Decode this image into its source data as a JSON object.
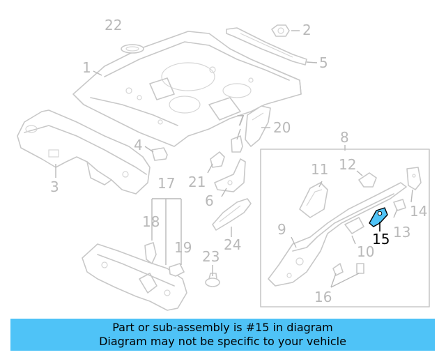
{
  "diagram": {
    "labels": {
      "p1": "1",
      "p2": "2",
      "p3": "3",
      "p4": "4",
      "p5": "5",
      "p6": "6",
      "p7": "7",
      "p8": "8",
      "p9": "9",
      "p10": "10",
      "p11": "11",
      "p12": "12",
      "p13": "13",
      "p14": "14",
      "p15": "15",
      "p16": "16",
      "p17": "17",
      "p18": "18",
      "p19": "19",
      "p20": "20",
      "p21": "21",
      "p22": "22",
      "p23": "23",
      "p24": "24"
    },
    "highlighted_part": "15",
    "colors": {
      "line": "#c8c8c8",
      "highlight_fill": "#4fc3f7",
      "highlight_label": "#000000"
    }
  },
  "caption": {
    "line1": "Part or sub-assembly is #15 in diagram",
    "line2": "Diagram may not be specific to your vehicle",
    "background": "#4fc3f7"
  }
}
